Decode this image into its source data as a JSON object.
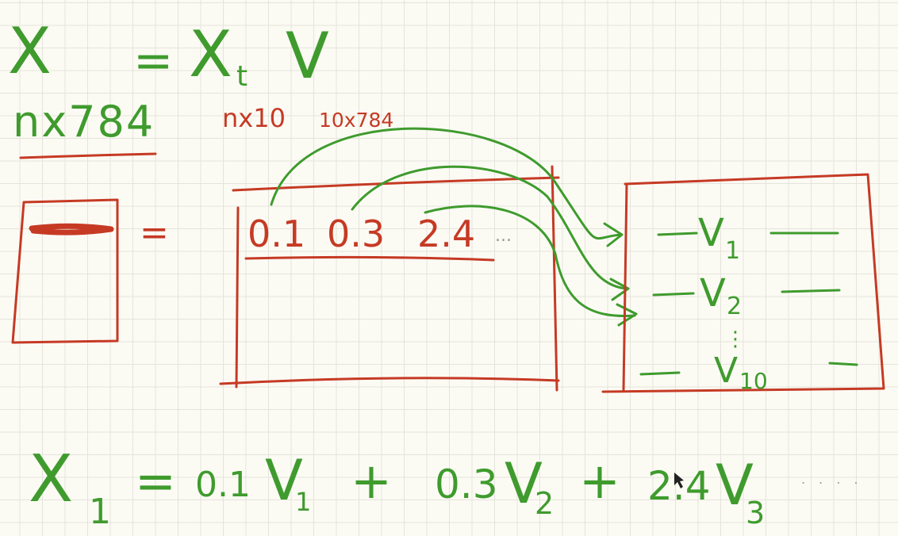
{
  "equation_top": {
    "lhs": "X",
    "equals": "=",
    "rhs_symbol": "X",
    "rhs_subscript": "t",
    "rhs_matrix": "V"
  },
  "dims": {
    "x": "nx784",
    "xt": "nx10",
    "v": "10x784"
  },
  "left_matrix": {
    "equals": "="
  },
  "middle_matrix": {
    "first_row": [
      "0.1",
      "0.3",
      "2.4"
    ],
    "ellipsis": "..."
  },
  "right_matrix": {
    "rows": [
      {
        "base": "V",
        "sub": "1"
      },
      {
        "base": "V",
        "sub": "2"
      },
      {
        "base": "V",
        "sub": "10"
      }
    ],
    "vdots": "⋮"
  },
  "bottom_equation": {
    "lhs_base": "X",
    "lhs_sub": "1",
    "equals": "=",
    "terms": [
      {
        "coef": "0.1",
        "base": "V",
        "sub": "1"
      },
      {
        "coef": "0.3",
        "base": "V",
        "sub": "2"
      },
      {
        "coef": "2.4",
        "base": "V",
        "sub": "3"
      }
    ],
    "plus": "+",
    "ellipsis": ". . . ."
  },
  "colors": {
    "green_ink": "#3f9b2d",
    "red_ink": "#c63a24",
    "paper": "#fbfbf4",
    "grid": "#e4e4dc"
  }
}
